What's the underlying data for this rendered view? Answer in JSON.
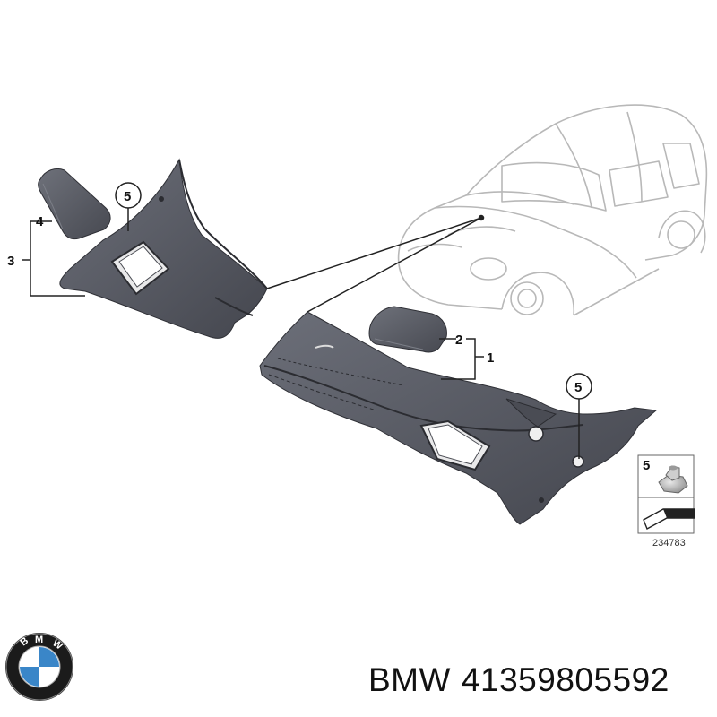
{
  "diagram": {
    "callouts": {
      "part_1": "1",
      "part_2": "2",
      "part_3": "3",
      "part_4": "4",
      "part_5_left": "5",
      "part_5_right": "5"
    },
    "legend": {
      "fastener_number": "5",
      "reference_code": "234783"
    }
  },
  "logo": {
    "name": "bmw-roundel",
    "lettering": "BMW",
    "colors": {
      "ring": "#111111",
      "blue": "#3a86c8",
      "white": "#ffffff"
    }
  },
  "caption": {
    "brand": "BMW",
    "part_number": "41359805592"
  },
  "colors": {
    "part_fill": "#5b5e68",
    "part_dark": "#3a3c44",
    "line": "#222222",
    "car_outline": "#b8b8b8"
  }
}
